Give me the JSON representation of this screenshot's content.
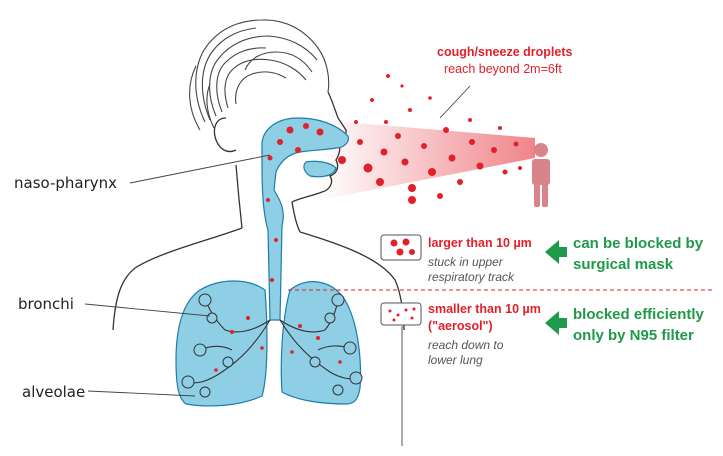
{
  "labels": {
    "naso": "naso-pharynx",
    "bronchi": "bronchi",
    "alveolae": "alveolae"
  },
  "droplets": {
    "title": "cough/sneeze droplets",
    "subtitle": "reach beyond 2m=6ft"
  },
  "large": {
    "title": "larger than 10 µm",
    "line1": "stuck in upper",
    "line2": "respiratory track"
  },
  "small": {
    "title": "smaller than 10 µm",
    "line1": "(\"aerosol\")",
    "line2": "reach down to",
    "line3": "lower lung"
  },
  "mask": {
    "line1": "can be blocked by",
    "line2": "surgical mask"
  },
  "n95": {
    "line1": "blocked efficiently",
    "line2": "only by N95 filter"
  },
  "colors": {
    "red": "#e2202a",
    "green": "#1f9a4a",
    "airway": "#8ecfe6",
    "person": "#d9838a"
  }
}
